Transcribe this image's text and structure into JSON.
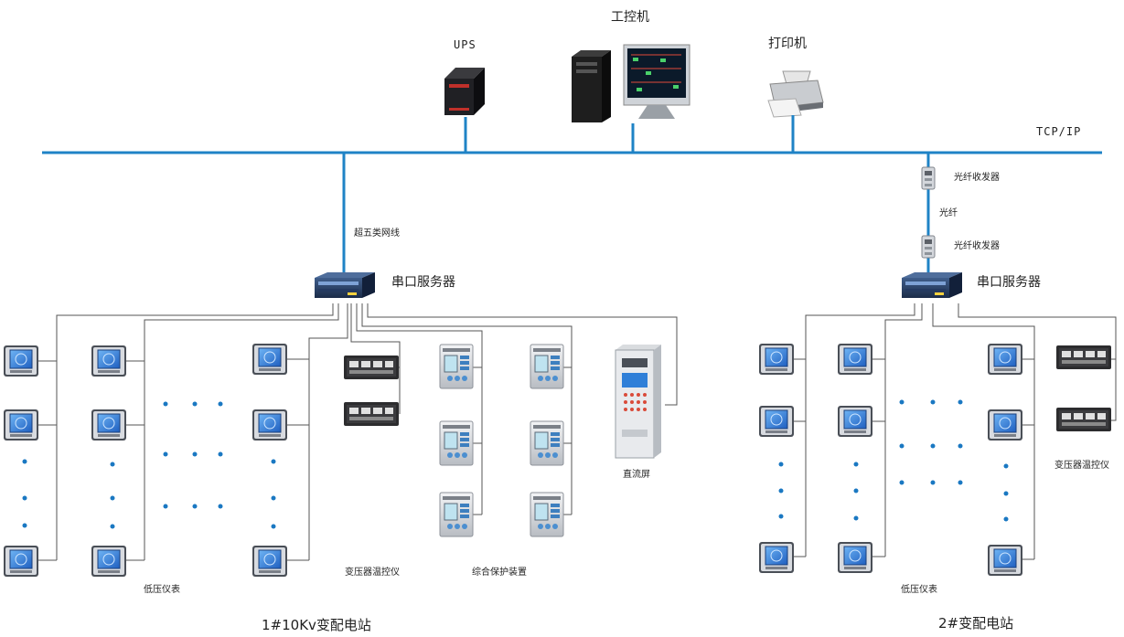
{
  "labels": {
    "ups": "UPS",
    "ipc": "工控机",
    "printer": "打印机",
    "tcpip": "TCP/IP",
    "cat5": "超五类网线",
    "fiber_transceiver_top": "光纤收发器",
    "fiber": "光纤",
    "fiber_transceiver_bottom": "光纤收发器",
    "serial_server_1": "串口服务器",
    "serial_server_2": "串口服务器",
    "low_voltage_meter_1": "低压仪表",
    "transformer_temp_1": "变压器温控仪",
    "protection_device": "综合保护装置",
    "dc_panel": "直流屏",
    "station_1": "1#10Kv变配电站",
    "low_voltage_meter_2": "低压仪表",
    "transformer_temp_2": "变压器温控仪",
    "station_2": "2#变配电站"
  },
  "colors": {
    "bus": "#1f83c6",
    "wire": "#555555",
    "dot": "#1a78c2",
    "meter_screen": "#2f7fd8"
  }
}
